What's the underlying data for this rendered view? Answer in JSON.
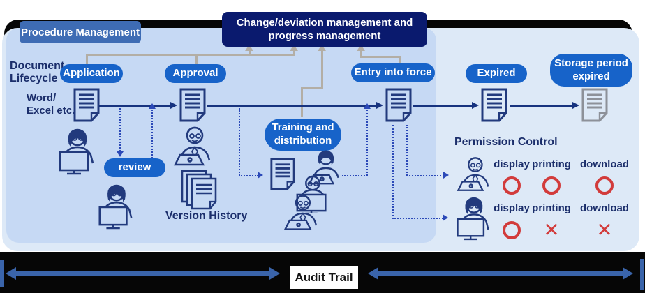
{
  "header": {
    "procedure_management": "Procedure Management",
    "change_line1": "Change/deviation management and",
    "change_line2": "progress management"
  },
  "lifecycle": {
    "document_lifecycle_line1": "Document",
    "document_lifecycle_line2": "Lifecycle",
    "word_excel_line1": "Word/",
    "word_excel_line2": "Excel etc.",
    "application": "Application",
    "approval": "Approval",
    "review": "review",
    "training_line1": "Training and",
    "training_line2": "distribution",
    "entry_into_force": "Entry into force",
    "expired": "Expired",
    "storage_line1": "Storage period",
    "storage_line2": "expired",
    "version_history": "Version History"
  },
  "permission": {
    "title": "Permission Control",
    "rows": [
      {
        "labels": [
          "display",
          "printing",
          "download"
        ],
        "marks": [
          "circle",
          "circle",
          "circle"
        ]
      },
      {
        "labels": [
          "display",
          "printing",
          "download"
        ],
        "marks": [
          "circle",
          "cross",
          "cross"
        ]
      }
    ]
  },
  "audit": {
    "label": "Audit Trail"
  },
  "icons": {
    "document": "document-icon",
    "document_stack": "document-stack-icon",
    "person_laptop": "person-at-laptop-icon",
    "person_monitor": "person-at-monitor-icon",
    "allowed": "circle-allowed-icon",
    "denied": "cross-denied-icon"
  },
  "colors": {
    "pill_blue": "#1763c9",
    "procedure_blue": "#3e6cb4",
    "change_navy": "#0a1a6e",
    "inner_section_bg": "#c6d9f4",
    "outer_section_bg": "#dde9f7",
    "black_band": "#060606",
    "navy_text": "#1b2e6b",
    "flow_arrow": "#17337f",
    "dotted_arrow": "#2b49b8",
    "gray_connector": "#b3aea5",
    "denied_red": "#d23b3b",
    "audit_arrow": "#3a64aa",
    "archived_gray": "#8d9199"
  }
}
